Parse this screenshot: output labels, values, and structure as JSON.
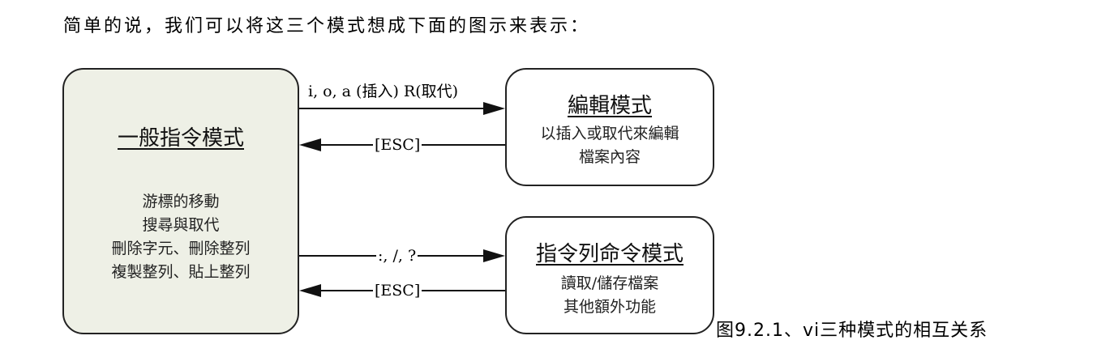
{
  "intro_text": "简单的说，我们可以将这三个模式想成下面的图示来表示：",
  "diagram": {
    "normal_mode": {
      "title": "一般指令模式",
      "lines": [
        "游標的移動",
        "搜尋與取代",
        "刪除字元、刪除整列",
        "複製整列、貼上整列"
      ]
    },
    "insert_mode": {
      "title": "編輯模式",
      "lines": [
        "以插入或取代來編輯",
        "檔案內容"
      ]
    },
    "command_mode": {
      "title": "指令列命令模式",
      "lines": [
        "讀取/儲存檔案",
        "其他額外功能"
      ]
    },
    "arrows": {
      "to_insert_label": "i, o, a (插入) R(取代)",
      "from_insert_label": "[ESC]",
      "to_command_label": ":, /, ?",
      "from_command_label": "[ESC]"
    }
  },
  "caption": "图9.2.1、vi三种模式的相互关系"
}
